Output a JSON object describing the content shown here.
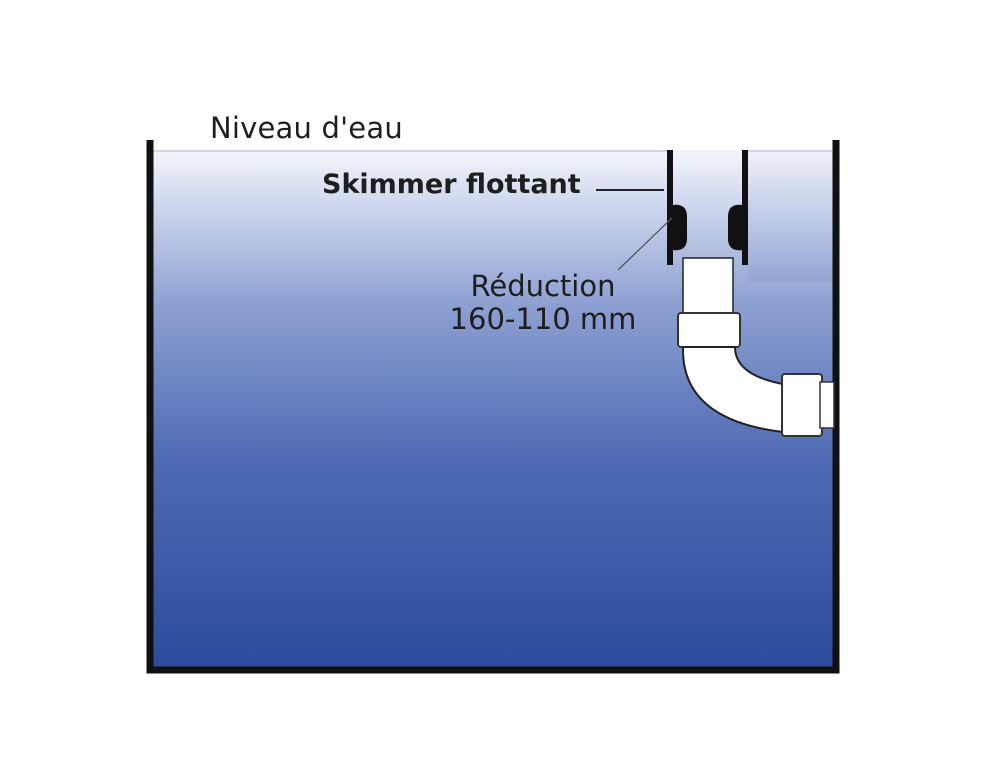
{
  "labels": {
    "water_level": "Niveau d'eau",
    "skimmer": "Skimmer flottant",
    "reduction_line1": "Réduction",
    "reduction_line2": "160-110 mm"
  },
  "colors": {
    "water_top": "#f4f6fb",
    "water_mid": "#8da0d2",
    "water_bottom": "#2d4b9d",
    "outline": "#111111",
    "pipe": "#ffffff",
    "text": "#1e1e1e"
  },
  "icons": {
    "pipe": "pvc-elbow-pipe-icon"
  }
}
